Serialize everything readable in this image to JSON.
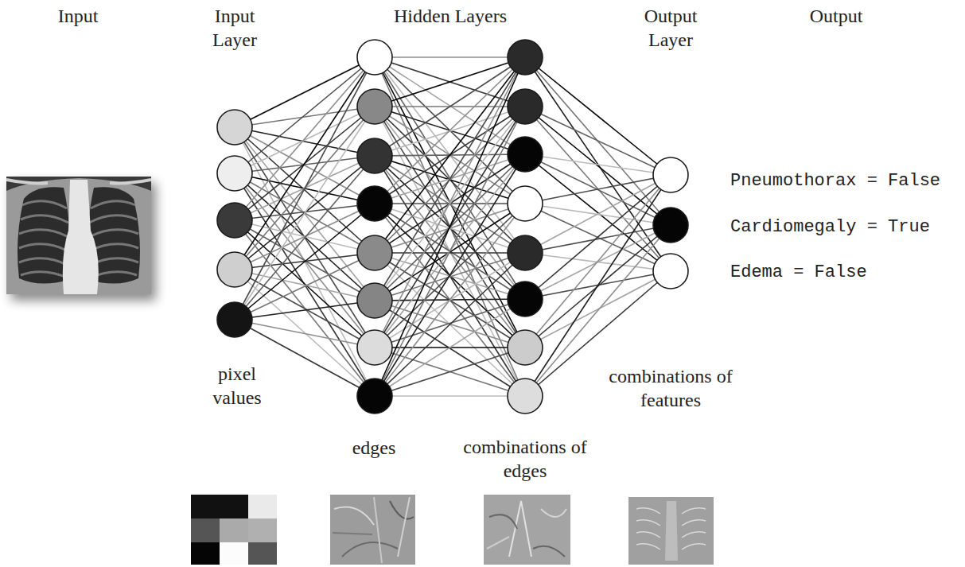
{
  "diagram": {
    "labels": [
      "Input",
      "Input Layer",
      "Hidden Layers",
      "Output Layer",
      "Output",
      "Pneumothorax = False",
      "Cardiomegaly = True",
      "Edema = False",
      "pixel values",
      "combinations of features",
      "edges",
      "combinations of edges"
    ]
  }
}
